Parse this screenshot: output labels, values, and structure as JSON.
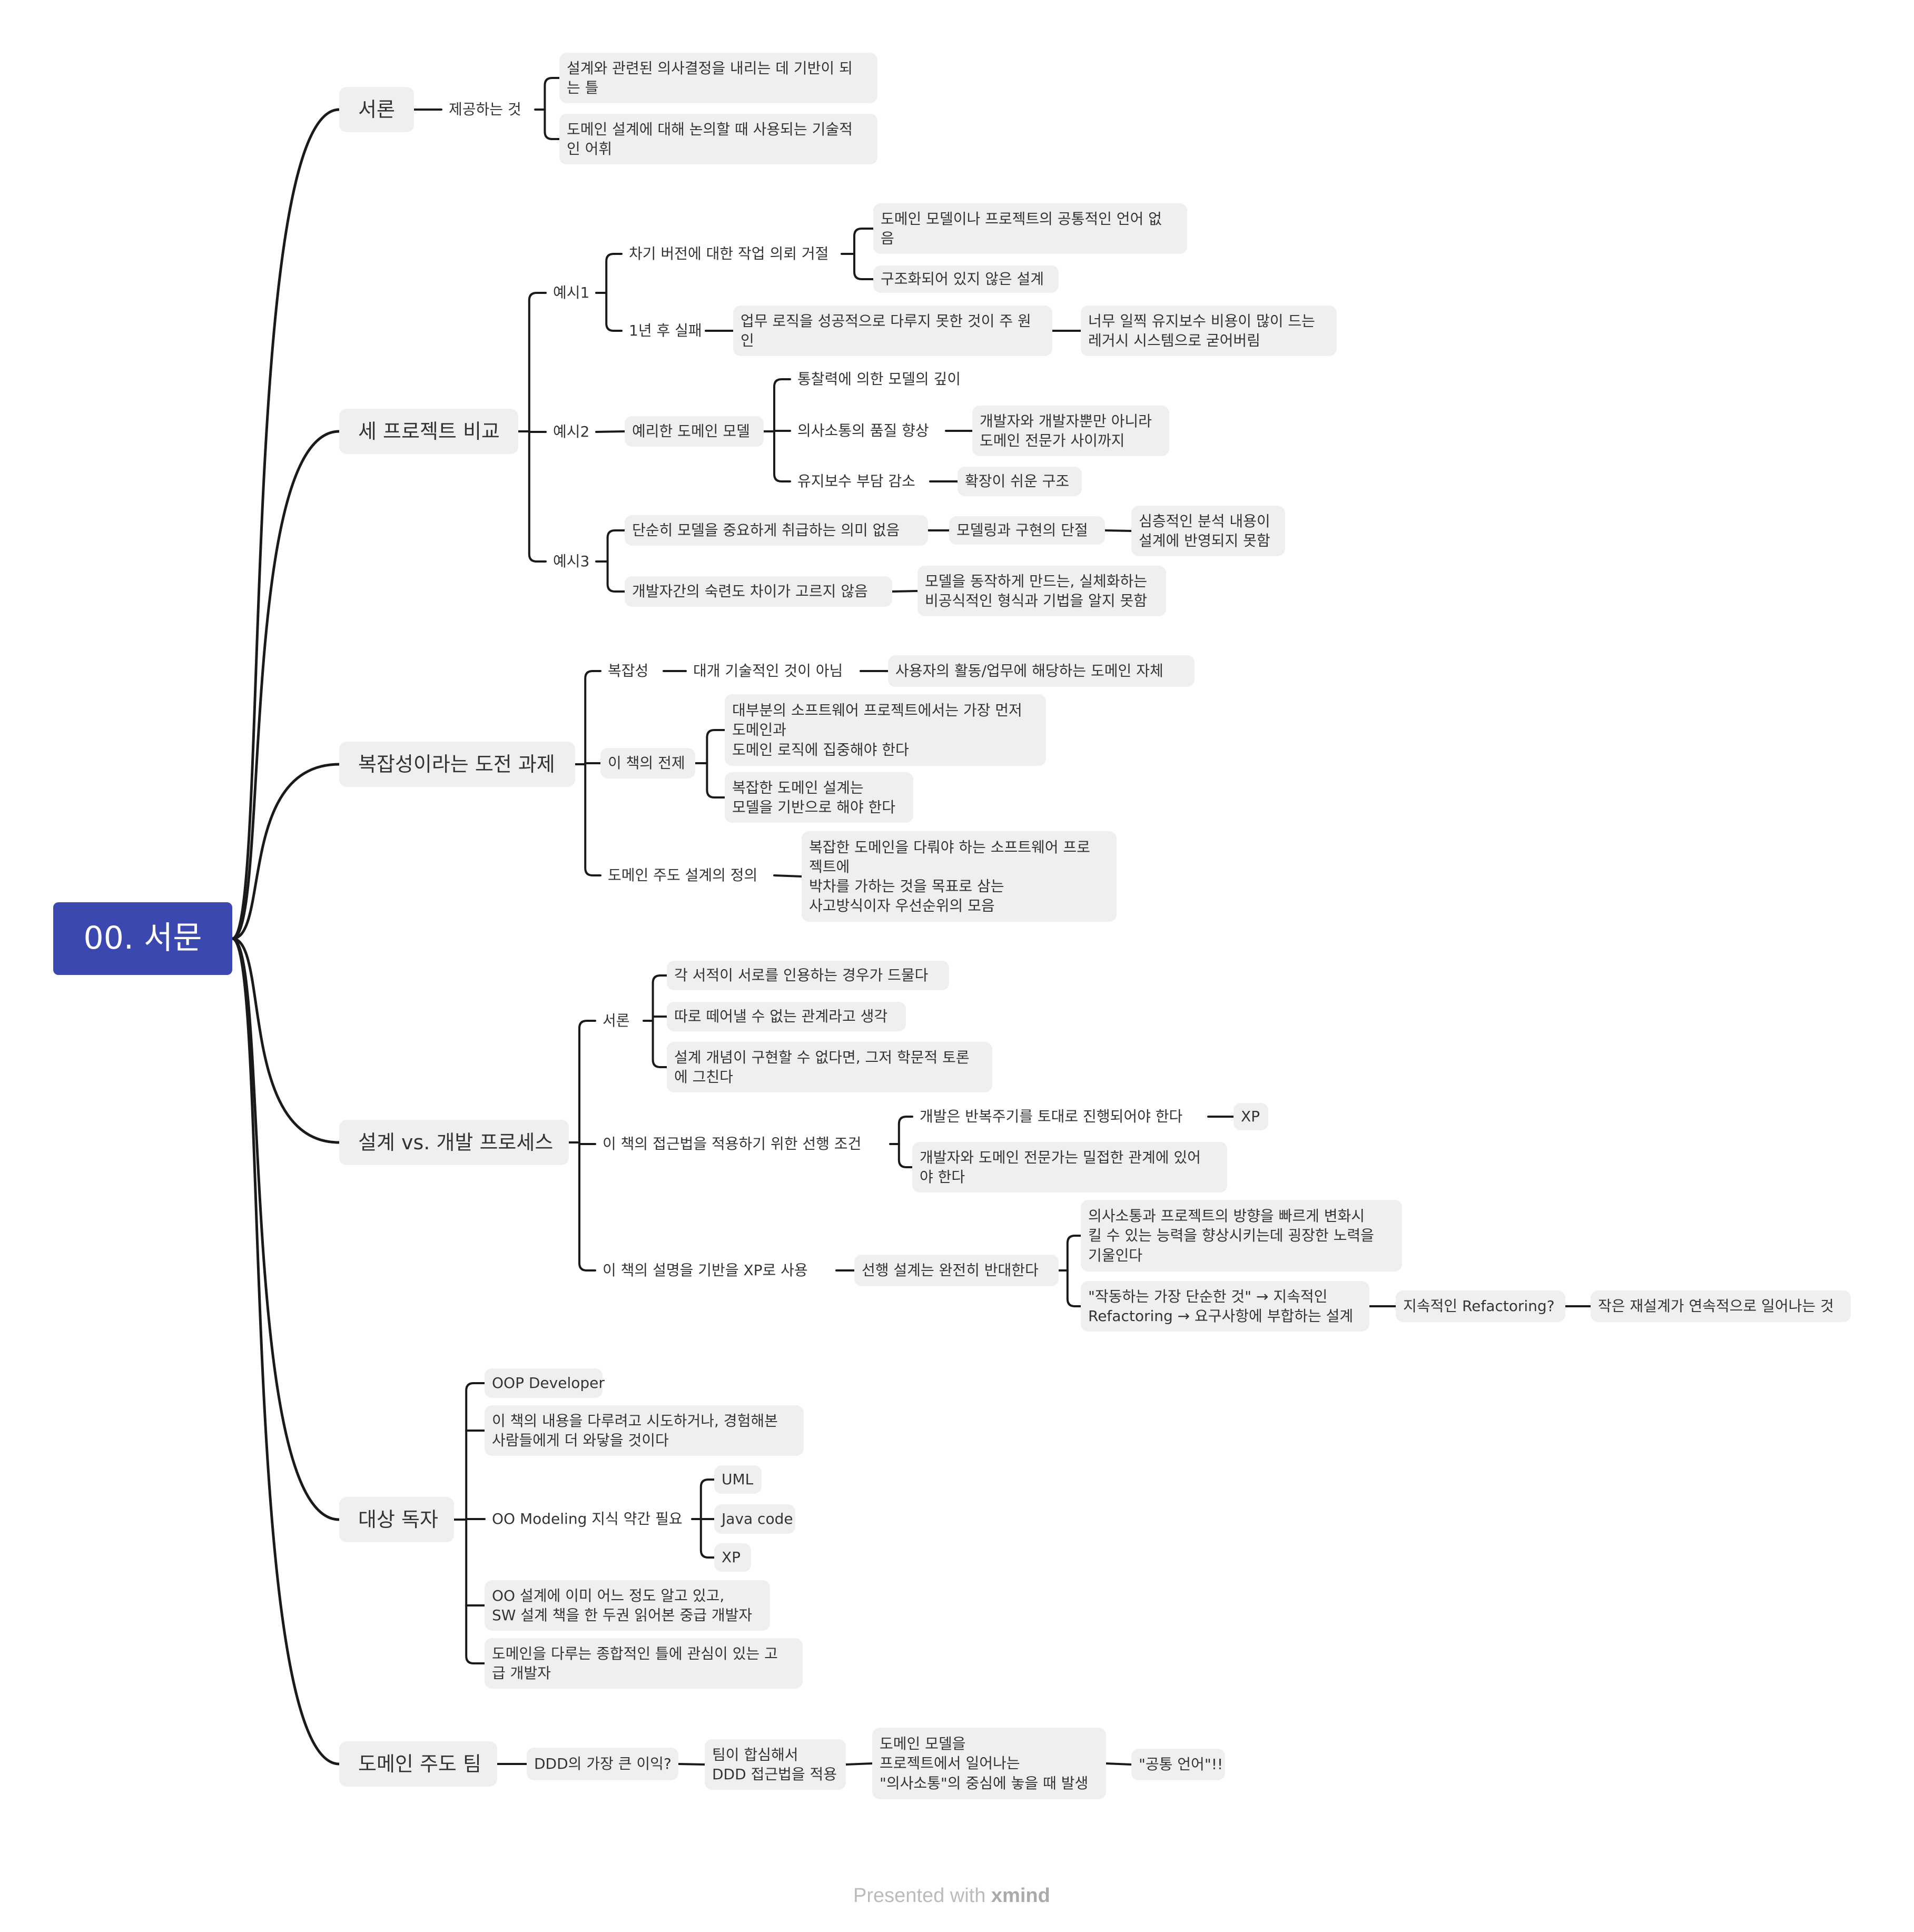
{
  "root": "00. 서문",
  "branches": {
    "intro": {
      "title": "서론",
      "provides": "제공하는 것",
      "item1": "설계와 관련된 의사결정을 내리는 데 기반이 되\n는 틀",
      "item2": "도메인 설계에 대해 논의할 때 사용되는 기술적\n인 어휘"
    },
    "three_projects": {
      "title": "세 프로젝트 비교",
      "ex1": {
        "label": "예시1",
        "a": "차기 버전에 대한 작업 의뢰 거절",
        "a1": "도메인 모델이나 프로젝트의 공통적인 언어 없\n음",
        "a2": "구조화되어 있지 않은 설계",
        "b": "1년 후 실패",
        "b1": "업무 로직을 성공적으로 다루지 못한 것이 주 원\n인",
        "b2": "너무 일찍 유지보수 비용이 많이 드는\n레거시 시스템으로 굳어버림"
      },
      "ex2": {
        "label": "예시2",
        "a": "예리한 도메인 모델",
        "a1": "통찰력에 의한 모델의 깊이",
        "a2": "의사소통의 품질 향상",
        "a2x": "개발자와 개발자뿐만 아니라\n도메인 전문가 사이까지",
        "a3": "유지보수 부담 감소",
        "a3x": "확장이 쉬운 구조"
      },
      "ex3": {
        "label": "예시3",
        "a": "단순히 모델을 중요하게 취급하는 의미 없음",
        "a1": "모델링과 구현의 단절",
        "a2": "심층적인 분석 내용이\n설계에 반영되지 못함",
        "b": "개발자간의 숙련도 차이가 고르지 않음",
        "b1": "모델을 동작하게 만드는, 실체화하는\n비공식적인 형식과 기법을 알지 못함"
      }
    },
    "complexity": {
      "title": "복잡성이라는 도전 과제",
      "c1": "복잡성",
      "c1a": "대개 기술적인 것이 아님",
      "c1b": "사용자의 활동/업무에 해당하는 도메인 자체",
      "c2": "이 책의 전제",
      "c2a": "대부분의 소프트웨어 프로젝트에서는 가장 먼저\n도메인과\n도메인 로직에 집중해야 한다",
      "c2b": "복잡한 도메인 설계는\n모델을 기반으로 해야 한다",
      "c3": "도메인 주도 설계의 정의",
      "c3a": "복잡한 도메인을 다뤄야 하는 소프트웨어 프로\n젝트에\n박차를 가하는 것을 목표로 삼는\n사고방식이자 우선순위의 모음"
    },
    "design_vs_process": {
      "title": "설계 vs. 개발 프로세스",
      "d1": "서론",
      "d1a": "각 서적이 서로를 인용하는 경우가 드물다",
      "d1b": "따로 떼어낼 수 없는 관계라고 생각",
      "d1c": "설계 개념이 구현할 수 없다면, 그저 학문적 토론\n에 그친다",
      "d2": "이 책의 접근법을 적용하기 위한 선행 조건",
      "d2a": "개발은 반복주기를 토대로 진행되어야 한다",
      "d2ax": "XP",
      "d2b": "개발자와 도메인 전문가는 밀접한 관계에 있어\n야 한다",
      "d3": "이 책의 설명을 기반을 XP로 사용",
      "d3a": "선행 설계는 완전히 반대한다",
      "d3a1": "의사소통과 프로젝트의 방향을 빠르게 변화시\n킬 수 있는 능력을 향상시키는데 굉장한 노력을\n기울인다",
      "d3a2": "\"작동하는 가장 단순한 것\" → 지속적인\nRefactoring → 요구사항에 부합하는 설계",
      "d3a2x": "지속적인 Refactoring?",
      "d3a2y": "작은 재설계가 연속적으로 일어나는 것"
    },
    "audience": {
      "title": "대상 독자",
      "r1": "OOP Developer",
      "r2": "이 책의 내용을 다루려고 시도하거나, 경험해본\n사람들에게 더 와닿을 것이다",
      "r3": "OO Modeling 지식 약간 필요",
      "r3a": "UML",
      "r3b": "Java code",
      "r3c": "XP",
      "r4": "OO 설계에 이미 어느 정도 알고 있고,\nSW 설계 책을 한 두권 읽어본 중급 개발자",
      "r5": "도메인을 다루는 종합적인 틀에 관심이 있는 고\n급 개발자"
    },
    "team": {
      "title": "도메인 주도 팀",
      "t1": "DDD의 가장 큰 이익?",
      "t2": "팀이 합심해서\nDDD 접근법을 적용",
      "t3": "도메인 모델을\n프로젝트에서 일어나는\n\"의사소통\"의 중심에 놓을 때 발생",
      "t4": "\"공통 언어\"!!"
    }
  },
  "footer": {
    "prefix": "Presented with ",
    "brand": "xmind"
  },
  "colors": {
    "root_fill": "#3a48b0",
    "node_fill": "#efefef",
    "line": "#1a1a1a"
  }
}
